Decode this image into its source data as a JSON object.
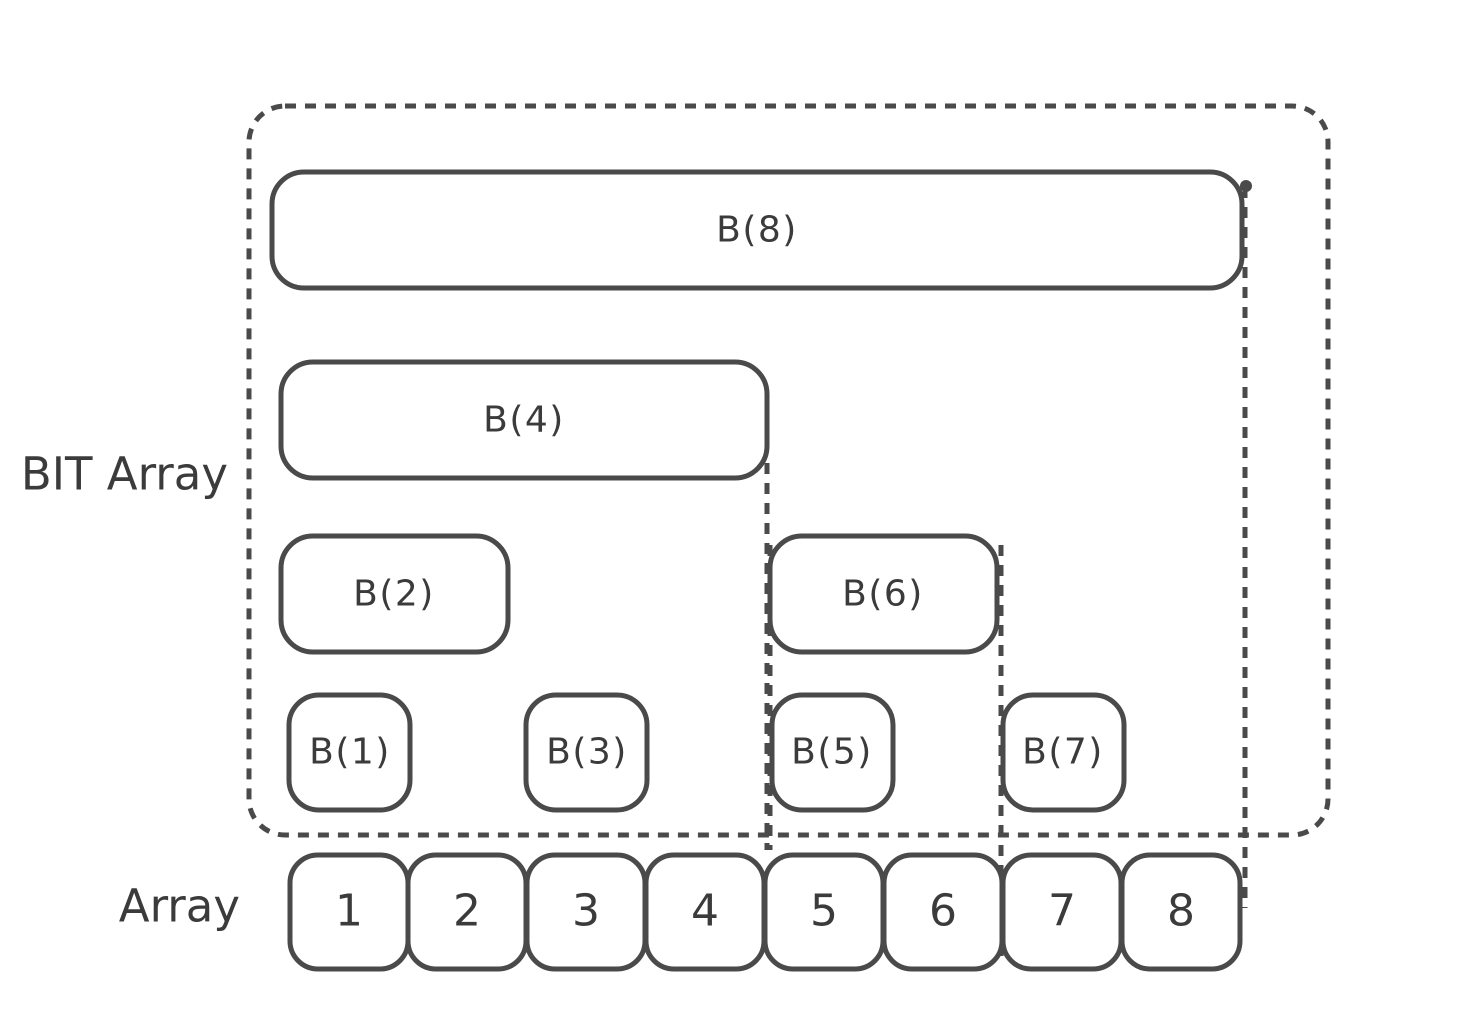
{
  "labels": {
    "bit_array": "BIT Array",
    "array": "Array"
  },
  "bit_nodes": {
    "b1": "B(1)",
    "b2": "B(2)",
    "b3": "B(3)",
    "b4": "B(4)",
    "b5": "B(5)",
    "b6": "B(6)",
    "b7": "B(7)",
    "b8": "B(8)"
  },
  "array_cells": [
    "1",
    "2",
    "3",
    "4",
    "5",
    "6",
    "7",
    "8"
  ],
  "colors": {
    "stroke": "#4a4a4a",
    "text": "#3b3b3b",
    "background": "#ffffff"
  }
}
